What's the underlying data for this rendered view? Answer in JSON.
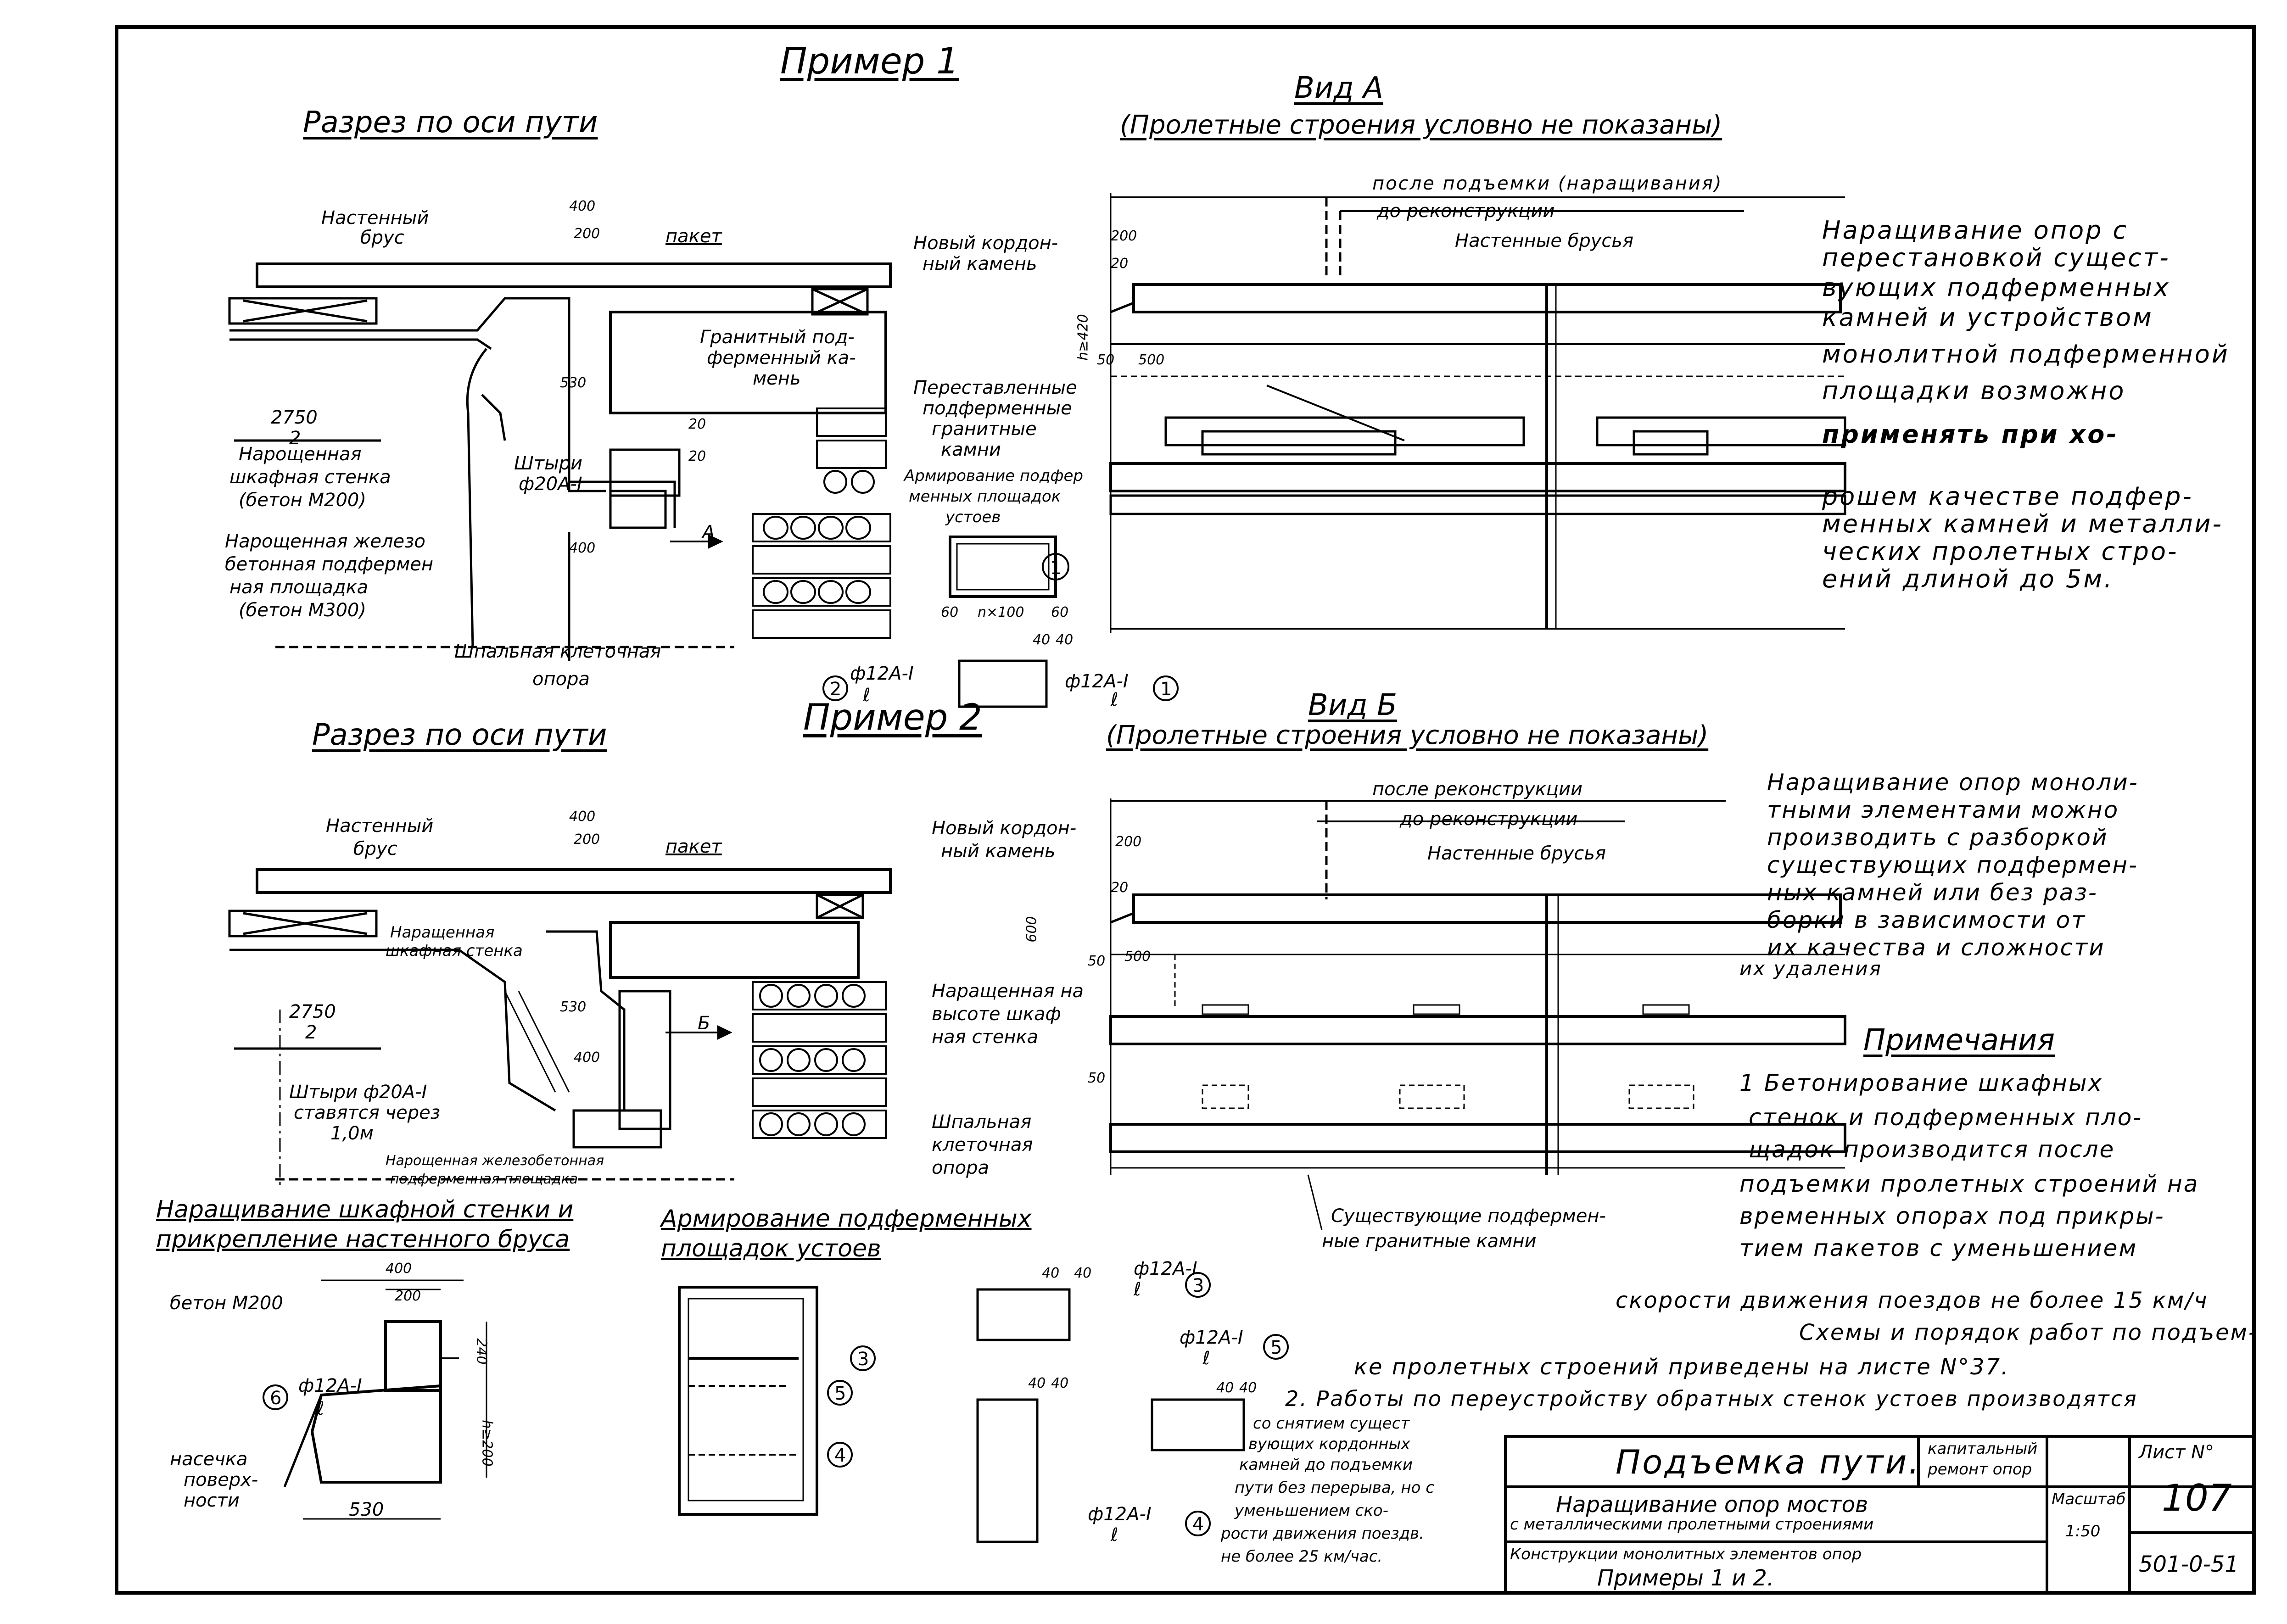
{
  "example1": {
    "title": "Пример 1",
    "section_title": "Разрез по оси пути",
    "labels": {
      "nastenny_brus": "Настенный",
      "nastenny_brus2": "брус",
      "paket": "пакет",
      "granite": "Гранитный под-",
      "granite2": "ферменный ка-",
      "granite3": "мень",
      "shtyri": "Штыри",
      "shtyri_dia": "ф20А-I",
      "naroshch_stenka": "Нарощенная",
      "naroshch_stenka2": "шкафная стенка",
      "naroshch_stenka3": "(бетон М200)",
      "naroshch_plosh": "Нарощенная железо",
      "naroshch_plosh2": "бетонная подфермен",
      "naroshch_plosh3": "ная площадка",
      "naroshch_plosh4": "(бетон М300)",
      "shpalnaya": "Шпальная клеточная",
      "shpalnaya2": "опора",
      "arrow_a": "А"
    },
    "dims": [
      "400",
      "200",
      "530",
      "2750",
      "2",
      "400",
      "20",
      "20"
    ]
  },
  "view_a": {
    "title": "Вид А",
    "subtitle": "(Пролетные строения условно не показаны)",
    "labels": {
      "posle": "после подъемки (наращивания)",
      "do": "до реконструкции",
      "nastennye": "Настенные брусья",
      "novy_kordon": "Новый кордон-",
      "novy_kordon2": "ный камень",
      "perestavl": "Переставленные",
      "perestavl2": "подферменные",
      "perestavl3": "гранитные",
      "perestavl4": "камни",
      "armir": "Армирование подфер",
      "armir2": "менных площадок",
      "armir3": "устоев"
    },
    "dims": [
      "200",
      "20",
      "h≥420",
      "50",
      "500",
      "60",
      "n×100",
      "60",
      "40",
      "40"
    ],
    "rebar1": "ф12А-I",
    "rebar2": "ф12А-I",
    "rebar_l": "ℓ",
    "marker1": "1",
    "marker2": "2"
  },
  "note_a": [
    "Наращивание опор с",
    "перестановкой сущест-",
    "вующих подферменных",
    "камней и устройством",
    "монолитной подферменной",
    "площадки возможно",
    "применять при хо-",
    "рошем качестве подфер-",
    "менных камней и металли-",
    "ческих пролетных стро-",
    "ений длиной до 5м."
  ],
  "example2": {
    "title": "Пример 2",
    "section_title": "Разрез по оси пути",
    "labels": {
      "nastenny": "Настенный",
      "nastenny2": "брус",
      "paket": "пакет",
      "naroshch_stenka": "Наращенная",
      "naroshch_stenka2": "шкафная стенка",
      "shtyri": "Штыри ф20А-I",
      "shtyri2": "ставятся через",
      "shtyri3": "1,0м",
      "naroshch_plosh": "Нарощенная железобетонная",
      "naroshch_plosh2": "подферменная площадка",
      "arrow_b": "Б"
    },
    "dims": [
      "400",
      "200",
      "530",
      "400",
      "2750",
      "2"
    ]
  },
  "view_b": {
    "title": "Вид Б",
    "subtitle": "(Пролетные строения условно не показаны)",
    "labels": {
      "posle": "после реконструкции",
      "do": "до реконструкции",
      "nastennye": "Настенные брусья",
      "novy_kordon": "Новый кордон-",
      "novy_kordon2": "ный камень",
      "naroshch": "Наращенная на",
      "naroshch2": "высоте шкаф",
      "naroshch3": "ная стенка",
      "shpalnaya": "Шпальная",
      "shpalnaya2": "клеточная",
      "shpalnaya3": "опора",
      "sushch": "Существующие подфермен-",
      "sushch2": "ные гранитные камни"
    },
    "dims": [
      "200",
      "20",
      "600",
      "50",
      "500",
      "50"
    ]
  },
  "note_b": [
    "Наращивание опор моноли-",
    "тными элементами можно",
    "производить с разборкой",
    "существующих подфермен-",
    "ных камней или без раз-",
    "борки в зависимости от",
    "их качества и сложности",
    "их удаления"
  ],
  "notes": {
    "title": "Примечания",
    "lines": [
      "1 Бетонирование шкафных",
      "стенок и подферменных пло-",
      "щадок производится после",
      "подъемки пролетных строений на",
      "временных опорах под прикры-",
      "тием пакетов с уменьшением",
      "скорости движения поездов не более 15 км/ч",
      "Схемы и порядок работ по подъем-",
      "ке пролетных строений приведены на листе N°37.",
      "2. Работы по переустройству обратных стенок устоев производятся",
      "со снятием сущест",
      "вующих кордонных",
      "камней до подъемки",
      "пути без перерыва, но с",
      "уменьшением ско-",
      "рости движения поездв.",
      "не более 25 км/час."
    ]
  },
  "detail_wall": {
    "title": "Наращивание шкафной стенки и",
    "title2": "прикрепление настенного бруса",
    "labels": {
      "beton": "бетон М200",
      "nasechka": "насечка",
      "nasechka2": "поверх-",
      "nasechka3": "ности",
      "rebar": "ф12А-I",
      "rebar_l": "ℓ",
      "marker": "6"
    },
    "dims": [
      "400",
      "200",
      "240",
      "h≥200",
      "530"
    ]
  },
  "detail_rebar": {
    "title": "Армирование подферменных",
    "title2": "площадок устоев",
    "markers": [
      "3",
      "5",
      "4"
    ],
    "rebars": [
      {
        "dia": "ф12А-I",
        "l": "ℓ",
        "marker": "3"
      },
      {
        "dia": "ф12А-I",
        "l": "ℓ",
        "marker": "5"
      },
      {
        "dia": "ф12А-I",
        "l": "ℓ",
        "marker": "4"
      }
    ],
    "dims": [
      "40",
      "40",
      "40",
      "40",
      "40",
      "40"
    ]
  },
  "title_block": {
    "main": "Подъемка пути.",
    "type_line1": "капитальный",
    "type_line2": "ремонт опор",
    "sheet_label": "Лист N°",
    "sheet_no": "107",
    "desc1": "Наращивание опор мостов",
    "desc2": "с металлическими пролетными строениями",
    "scale_label": "Масштаб",
    "scale": "1:50",
    "desc3": "Конструкции монолитных элементов опор",
    "desc4": "Примеры 1 и 2.",
    "code": "501-0-51"
  }
}
